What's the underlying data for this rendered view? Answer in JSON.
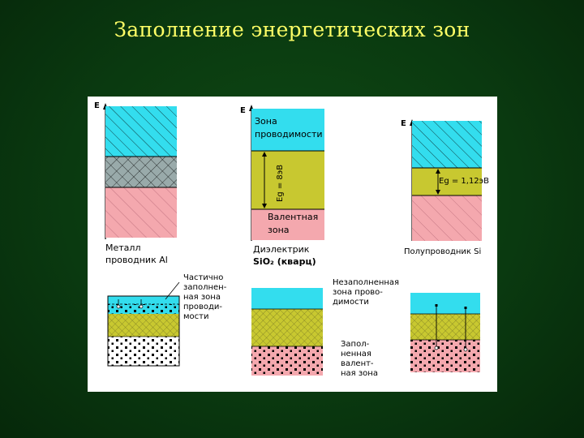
{
  "slide": {
    "title": "Заполнение энергетических зон"
  },
  "diagram": {
    "axis_label": "E",
    "metal": {
      "caption_line1": "Металл",
      "caption_line2": "проводник Al",
      "note_line1": "Частично",
      "note_line2": "заполнен-",
      "note_line3": "ная зона",
      "note_line4": "проводи-",
      "note_line5": "мости"
    },
    "dielectric": {
      "conduction_band_line1": "Зона",
      "conduction_band_line2": "проводимости",
      "gap_label": "Eg = 8эВ",
      "valence_band_line1": "Валентная",
      "valence_band_line2": "зона",
      "caption_line1": "Диэлектрик",
      "caption_line2": "SiO₂ (кварц)",
      "note_top_line1": "Незаполненная",
      "note_top_line2": "зона прово-",
      "note_top_line3": "димости",
      "note_bottom_line1": "Запол-",
      "note_bottom_line2": "ненная",
      "note_bottom_line3": "валент-",
      "note_bottom_line4": "ная зона"
    },
    "semiconductor": {
      "gap_label": "Eg = 1,12эВ",
      "caption": "Полупроводник Si"
    },
    "colors": {
      "conduction": "#33ddee",
      "gap_metal": "#99aaaa",
      "gap_dielectric": "#c8c830",
      "valence": "#f4a8ae",
      "dots": "#000000"
    }
  }
}
